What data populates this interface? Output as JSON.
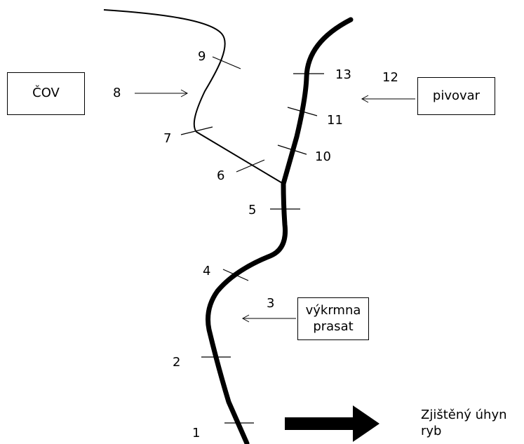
{
  "sources": {
    "cov": "ČOV",
    "pivovar": "pivovar",
    "vykrmna": [
      "výkrmna",
      "prasat"
    ]
  },
  "points": [
    "1",
    "2",
    "3",
    "4",
    "5",
    "6",
    "7",
    "8",
    "9",
    "10",
    "11",
    "12",
    "13"
  ],
  "result": [
    "Zjištěný úhyn",
    "ryb"
  ],
  "colors": {
    "ink": "#000000",
    "background": "#ffffff"
  }
}
